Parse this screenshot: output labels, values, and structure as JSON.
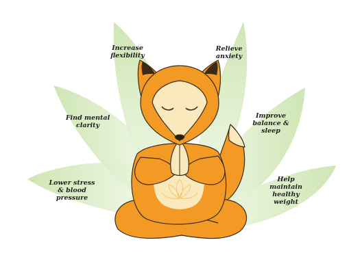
{
  "benefits": {
    "flexibility": "Increase\nflexibility",
    "anxiety": "Relieve\nanxiety",
    "clarity": "Find mental\nclarity",
    "balance": "Improve\nbalance &\nsleep",
    "stress": "Lower stress\n& blood\npressure",
    "weight": "Help\nmaintain\nhealthy\nweight"
  },
  "colors": {
    "petal_green": "#cfe6b5",
    "petal_fade": "#f7fbef",
    "fox_orange": "#f39a25",
    "fox_cream": "#fbe9be",
    "outline": "#3a2a1a",
    "text": "#1f1f1f"
  },
  "icons": {
    "lotus": "lotus-icon"
  }
}
